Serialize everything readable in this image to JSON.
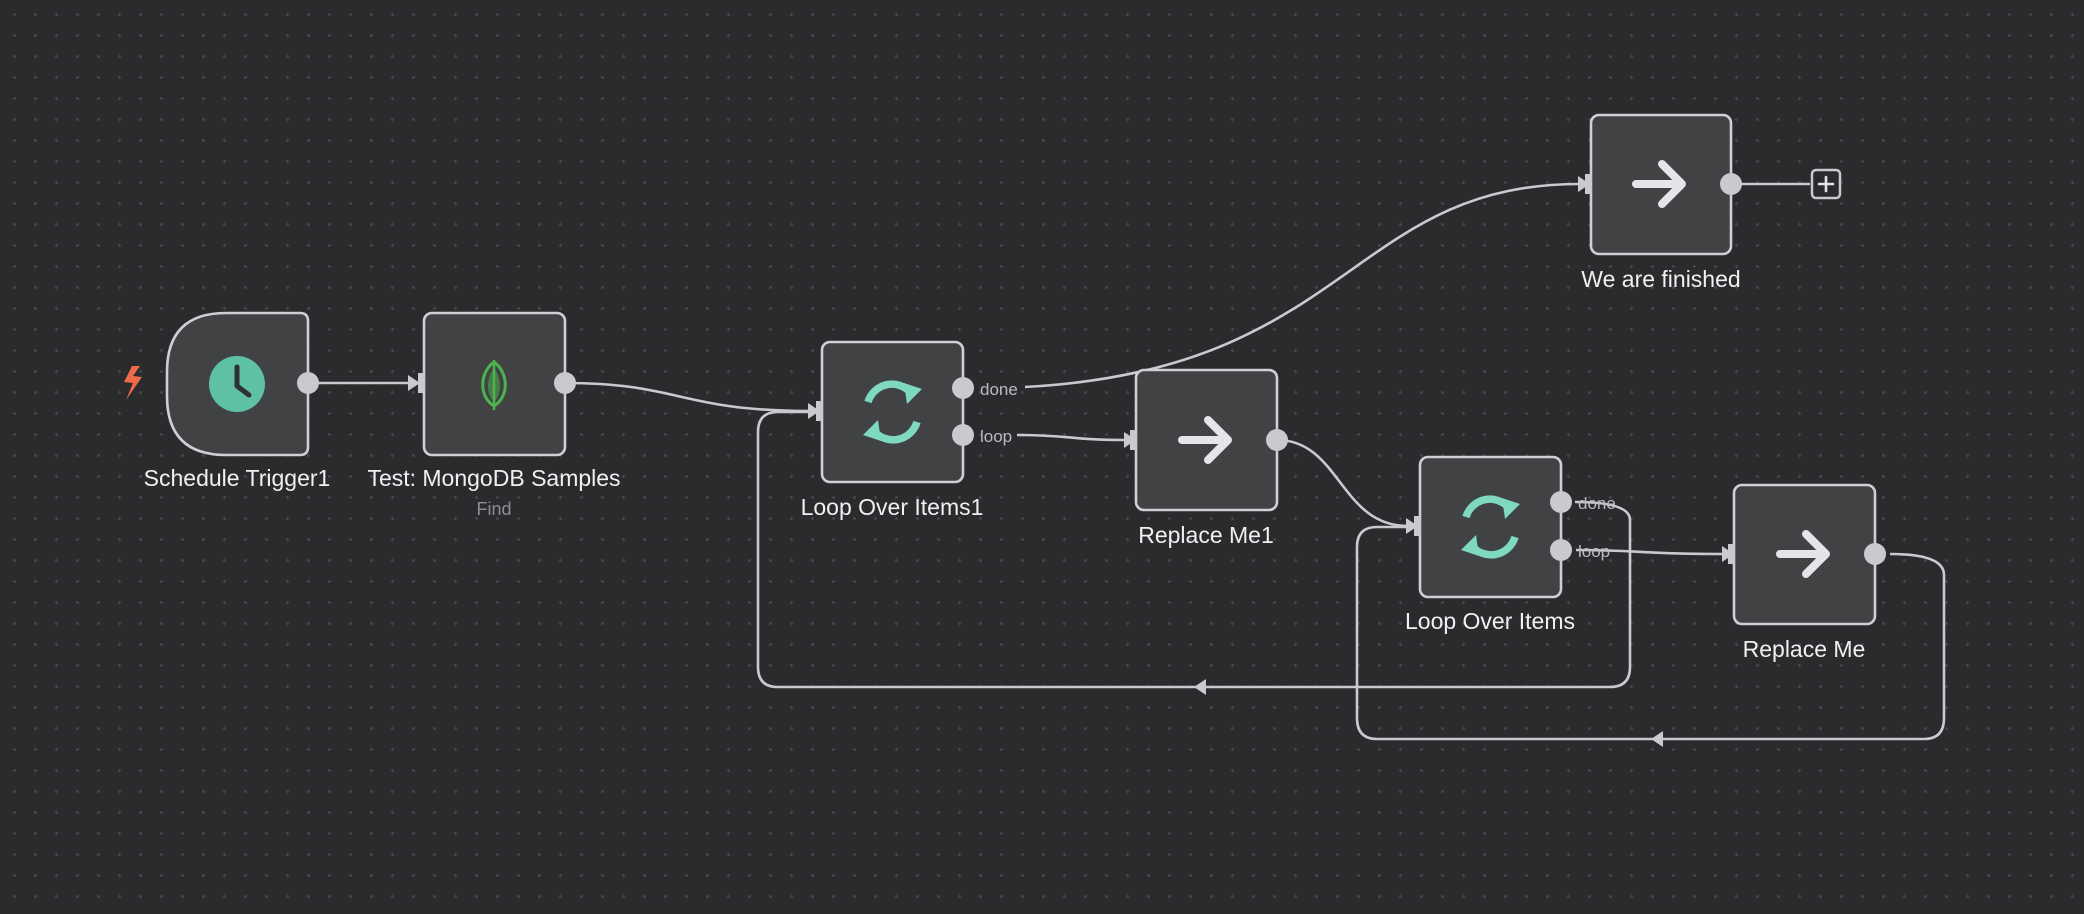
{
  "canvas": {
    "background": "#2a2b2d",
    "accent_trigger": "#5fc1a4",
    "accent_loop": "#7fd8c0",
    "accent_mongo": "#4db34d",
    "trigger_marker": "#ee6a4a"
  },
  "nodes": {
    "schedule_trigger": {
      "label": "Schedule Trigger1",
      "icon": "clock-icon"
    },
    "mongodb": {
      "label": "Test: MongoDB Samples",
      "subtitle": "Find",
      "icon": "mongodb-leaf-icon"
    },
    "loop_over_items1": {
      "label": "Loop Over Items1",
      "icon": "refresh-loop-icon",
      "out_done": "done",
      "out_loop": "loop"
    },
    "replace_me1": {
      "label": "Replace Me1",
      "icon": "arrow-right-icon"
    },
    "loop_over_items": {
      "label": "Loop Over Items",
      "icon": "refresh-loop-icon",
      "out_done": "done",
      "out_loop": "loop"
    },
    "replace_me": {
      "label": "Replace Me",
      "icon": "arrow-right-icon"
    },
    "we_are_finished": {
      "label": "We are finished",
      "icon": "arrow-right-icon"
    }
  },
  "add_node_icon": "plus-icon",
  "trigger_marker_icon": "lightning-bolt-icon"
}
